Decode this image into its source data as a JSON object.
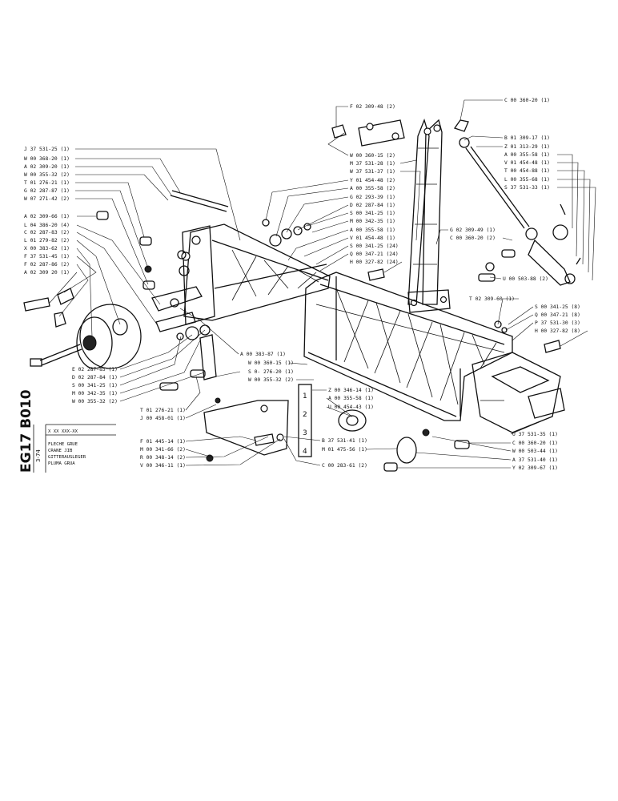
{
  "drawing": {
    "code": "EG17 B010",
    "date": "3-74",
    "part_number": "X XX XXX-XX",
    "titles": [
      "FLECHE GRUE",
      "CRANE JIB",
      "GITTERAUSLEGER",
      "PLUMA GRUA"
    ]
  },
  "tags": [
    "1",
    "2",
    "3",
    "4"
  ],
  "callouts_left": [
    "J 37 531-25 (1)",
    "W 00 368-20 (1)",
    "A 02 309-20 (1)",
    "W 00 355-32 (2)",
    "T 01 276-21 (1)",
    "G 02 287-87 (1)",
    "W 07 271-42 (2)",
    "A 02 309-66 (1)",
    "L 04 386-20 (4)",
    "C 02 287-83 (2)",
    "L 01 279-82 (2)",
    "X 00 383-62 (1)",
    "F 37 531-45 (1)",
    "F 02 287-86 (2)",
    "A 02 309 20 (1)"
  ],
  "callouts_lower_left": [
    "E 02 287-85 (1)",
    "D 02 287-84 (1)",
    "S 00 341-25 (1)",
    "M 00 342-35 (1)",
    "W 00 355-32 (2)",
    "T 01 276-21 (1)",
    "J 00 458-01 (1)",
    "F 01 445-14 (1)",
    "M 00 341-66 (2)",
    "R 00 348-14 (2)",
    "V 00 346-11 (1)"
  ],
  "callouts_center": [
    "A 00 383-87 (1)",
    "W 00 360-15 (1)",
    "S 0- 276-20 (1)",
    "W 00 355-32 (2)",
    "Z 00 346-14 (1)",
    "A 00 355-58 (1)",
    "U 00 454-43 (1)",
    "B 37 531-41 (1)",
    "M 01 475-56 (1)",
    "C 00 283-61 (2)"
  ],
  "callouts_top_center": [
    "F 02 309-48 (2)",
    "W 00 360-15 (2)",
    "M 37 531-28 (1)",
    "W 37 531-37 (1)",
    "Y 01 454-48 (2)",
    "A 00 355-58 (2)",
    "G 02 293-39 (1)",
    "D 02 287-84 (1)",
    "S 00 341-25 (1)",
    "M 00 342-35 (1)",
    "A 00 355-58 (1)",
    "V 01 454-48 (1)",
    "S 00 341-25 (24)",
    "Q 00 347-21 (24)",
    "H 00 327-82 (24)"
  ],
  "callouts_right": [
    "C 00 360-20 (1)",
    "B 01 309-17 (1)",
    "Z 01 313-29 (1)",
    "A 00 355-58 (1)",
    "V 01 454-48 (1)",
    "T 00 454-88 (1)",
    "L 00 355-68 (1)",
    "S 37 531-33 (1)",
    "G 02 309-49 (1)",
    "C 00 360-20 (2)",
    "U 00 503-88 (2)",
    "T 02 309-60 (1)",
    "S 00 341-25 (8)",
    "Q 00 347-21 (8)",
    "P 37 531-30 (3)",
    "H 00 327-82 (8)"
  ],
  "callouts_lower_right": [
    "U 37 531-35 (1)",
    "C 00 360-20 (1)",
    "W 00 503-44 (1)",
    "A 37 531-40 (1)",
    "Y 02 309-67 (1)"
  ]
}
